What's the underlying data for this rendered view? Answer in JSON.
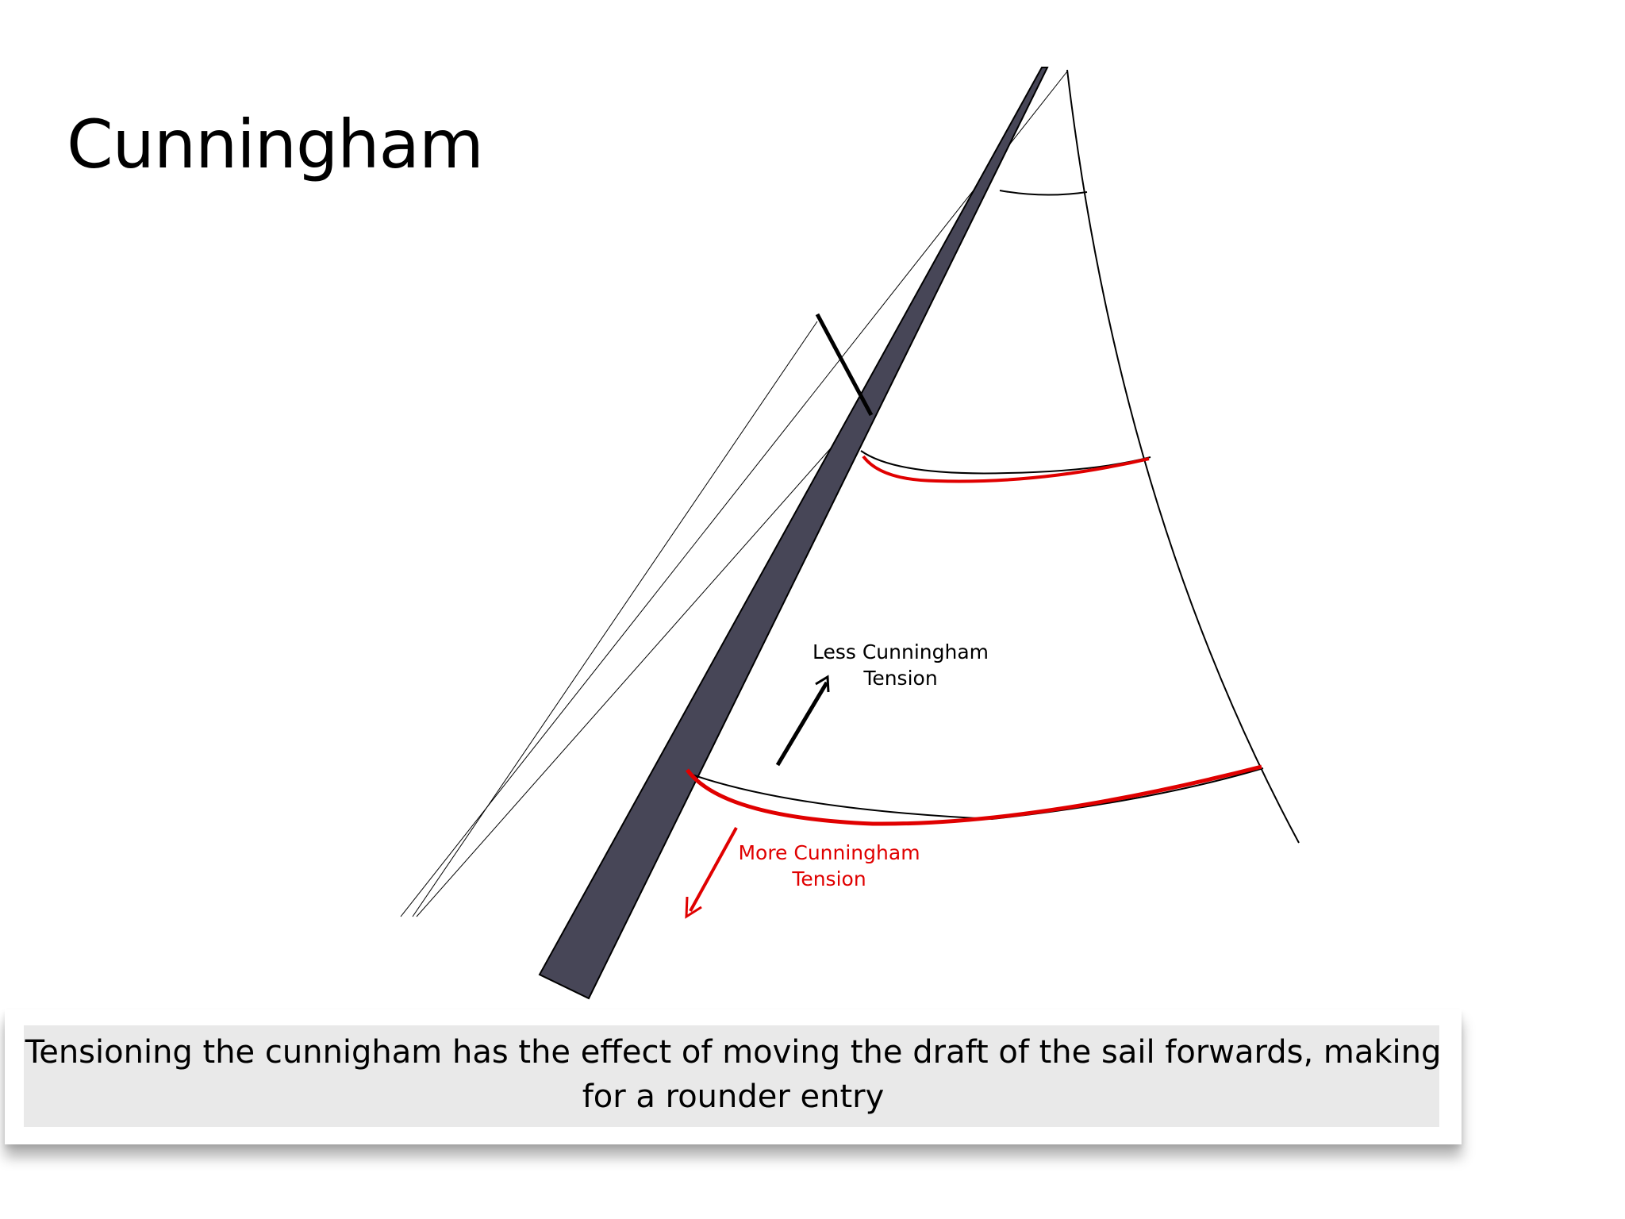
{
  "slide": {
    "title": "Cunningham",
    "caption": "Tensioning the cunnigham has the effect of moving the draft of the sail forwards, making for a rounder entry"
  },
  "diagram": {
    "labels": {
      "less": {
        "line1": "Less Cunningham",
        "line2": "Tension"
      },
      "more": {
        "line1": "More Cunningham",
        "line2": "Tension"
      }
    },
    "colors": {
      "mast": "#474657",
      "tension_highlight": "#e00000",
      "lines": "#000000"
    },
    "icons": [
      "arrow-up-icon",
      "arrow-down-icon"
    ]
  }
}
